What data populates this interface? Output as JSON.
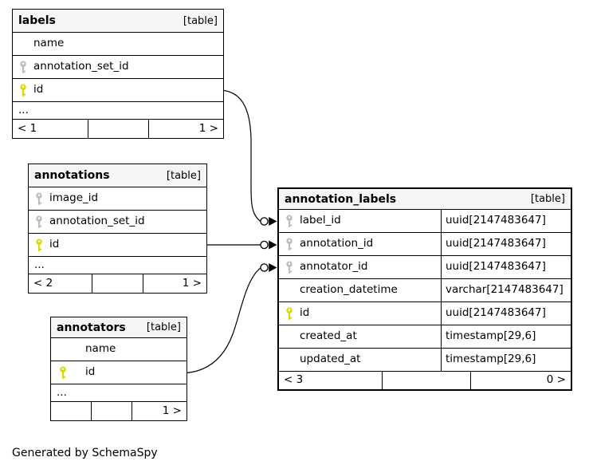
{
  "note": "Generated by SchemaSpy",
  "colors": {
    "primary_key": "#d9d900",
    "foreign_key": "#bdbdbd",
    "header_bg": "#f5f5f5",
    "border": "#000000"
  },
  "tables": {
    "labels": {
      "name": "labels",
      "badge": "[table]",
      "columns": [
        {
          "name": "name",
          "key": "none"
        },
        {
          "name": "annotation_set_id",
          "key": "fk"
        },
        {
          "name": "id",
          "key": "pk"
        }
      ],
      "more": "...",
      "footer": {
        "left": "< 1",
        "center": "",
        "right": "1 >"
      }
    },
    "annotations": {
      "name": "annotations",
      "badge": "[table]",
      "columns": [
        {
          "name": "image_id",
          "key": "fk"
        },
        {
          "name": "annotation_set_id",
          "key": "fk"
        },
        {
          "name": "id",
          "key": "pk"
        }
      ],
      "more": "...",
      "footer": {
        "left": "< 2",
        "center": "",
        "right": "1 >"
      }
    },
    "annotators": {
      "name": "annotators",
      "badge": "[table]",
      "columns": [
        {
          "name": "name",
          "key": "none"
        },
        {
          "name": "id",
          "key": "pk"
        }
      ],
      "more": "...",
      "footer": {
        "left": "",
        "center": "",
        "right": "1 >"
      }
    },
    "annotation_labels": {
      "name": "annotation_labels",
      "badge": "[table]",
      "columns": [
        {
          "name": "label_id",
          "type": "uuid[2147483647]",
          "key": "fk"
        },
        {
          "name": "annotation_id",
          "type": "uuid[2147483647]",
          "key": "fk"
        },
        {
          "name": "annotator_id",
          "type": "uuid[2147483647]",
          "key": "fk"
        },
        {
          "name": "creation_datetime",
          "type": "varchar[2147483647]",
          "key": "none"
        },
        {
          "name": "id",
          "type": "uuid[2147483647]",
          "key": "pk"
        },
        {
          "name": "created_at",
          "type": "timestamp[29,6]",
          "key": "none"
        },
        {
          "name": "updated_at",
          "type": "timestamp[29,6]",
          "key": "none"
        }
      ],
      "footer": {
        "left": "< 3",
        "center": "",
        "right": "0 >"
      }
    }
  },
  "relationships": [
    {
      "from": "labels.id",
      "to": "annotation_labels.label_id"
    },
    {
      "from": "annotations.id",
      "to": "annotation_labels.annotation_id"
    },
    {
      "from": "annotators.id",
      "to": "annotation_labels.annotator_id"
    }
  ]
}
